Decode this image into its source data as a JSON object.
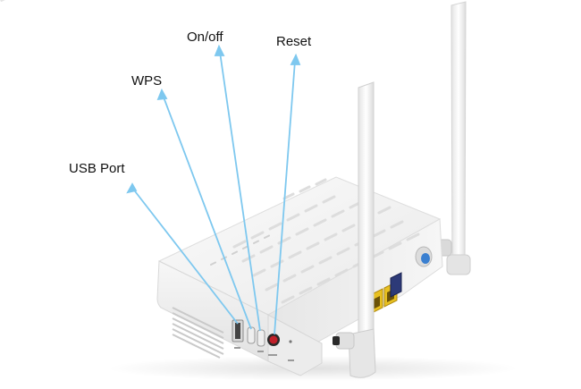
{
  "callouts": {
    "on_off": "On/off",
    "reset": "Reset",
    "wps": "WPS",
    "usb_port": "USB Port"
  },
  "colors": {
    "callout_line": "#7ec8ef",
    "router_body": "#f4f4f4",
    "lan_port": "#e8c020",
    "power_button": "#c0202a"
  }
}
